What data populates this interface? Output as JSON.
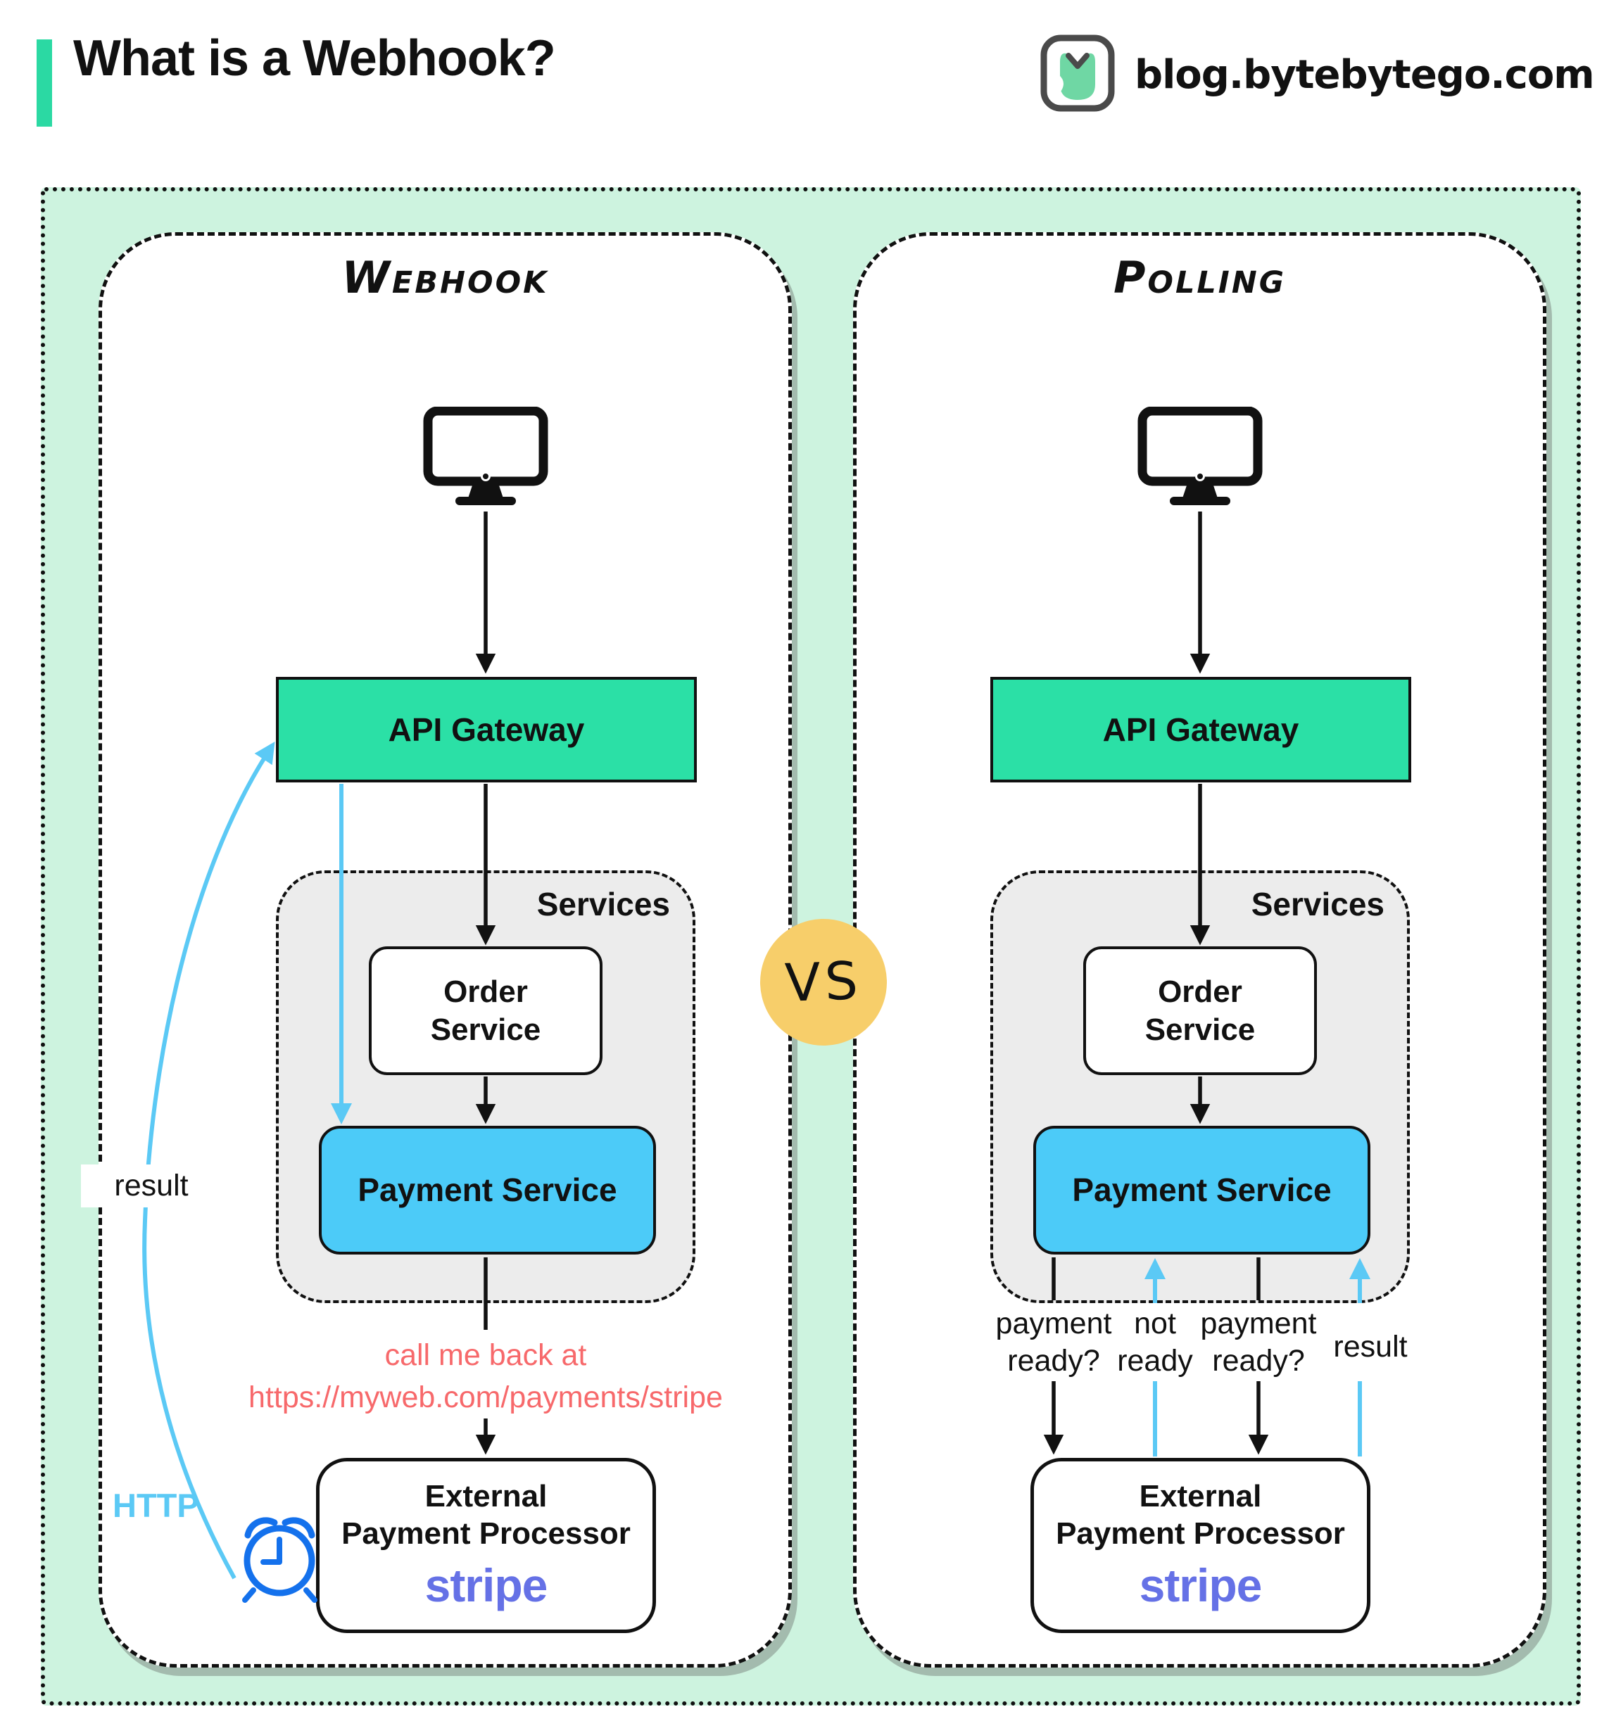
{
  "header": {
    "title": "What is a Webhook?",
    "site": "blog.bytebytego.com"
  },
  "vs_label": "VS",
  "icons": {
    "logo": "bytebytego-owl-icon",
    "client": "desktop-monitor-icon",
    "timer": "alarm-clock-icon"
  },
  "colors": {
    "mint": "#CDF3DF",
    "teal": "#2BE0A6",
    "accent": "#2BD9A3",
    "payment_blue": "#4CCBF8",
    "arrow_blue": "#5BC9F5",
    "clock_blue": "#1471EC",
    "salmon": "#F7696B",
    "stripe_purple": "#6571E6",
    "vs_yellow": "#F7CE6A",
    "services_gray": "#ECECEC",
    "panel_shadow": "#A3BBAE",
    "ink": "#111111"
  },
  "webhook": {
    "title": "Webhook",
    "api_gateway_label": "API Gateway",
    "services_label": "Services",
    "order_service_line1": "Order",
    "order_service_line2": "Service",
    "payment_service_label": "Payment Service",
    "callback_line1": "call me back at",
    "callback_line2": "https://myweb.com/payments/stripe",
    "external_line1": "External",
    "external_line2": "Payment Processor",
    "external_brand": "stripe",
    "result_label": "result",
    "http_label": "HTTP"
  },
  "polling": {
    "title": "Polling",
    "api_gateway_label": "API Gateway",
    "services_label": "Services",
    "order_service_line1": "Order",
    "order_service_line2": "Service",
    "payment_service_label": "Payment Service",
    "external_line1": "External",
    "external_line2": "Payment Processor",
    "external_brand": "stripe",
    "flow_labels": {
      "ask1_line1": "payment",
      "ask1_line2": "ready?",
      "reply1_line1": "not",
      "reply1_line2": "ready",
      "ask2_line1": "payment",
      "ask2_line2": "ready?",
      "result": "result"
    }
  }
}
